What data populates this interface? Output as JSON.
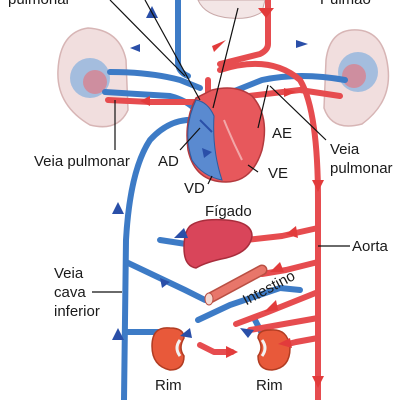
{
  "labels": {
    "pulmonar_top": "pulmonar",
    "pulmao": "Pulmão",
    "veia_pulmonar_left": "Veia pulmonar",
    "ad": "AD",
    "ae": "AE",
    "vd": "VD",
    "ve": "VE",
    "veia_pulmonar_right_1": "Veia",
    "veia_pulmonar_right_2": "pulmonar",
    "figado": "Fígado",
    "aorta": "Aorta",
    "veia_cava_1": "Veia",
    "veia_cava_2": "cava",
    "veia_cava_3": "inferior",
    "intestino": "Intestino",
    "rim_left": "Rim",
    "rim_right": "Rim"
  },
  "colors": {
    "artery": "#e64c4f",
    "vein": "#3d7bc6",
    "lung": "#f1dede",
    "liver": "#d9455a",
    "kidney": "#e8593a",
    "arrow_red": "#e23b3b",
    "arrow_blue": "#2a4fa8"
  }
}
